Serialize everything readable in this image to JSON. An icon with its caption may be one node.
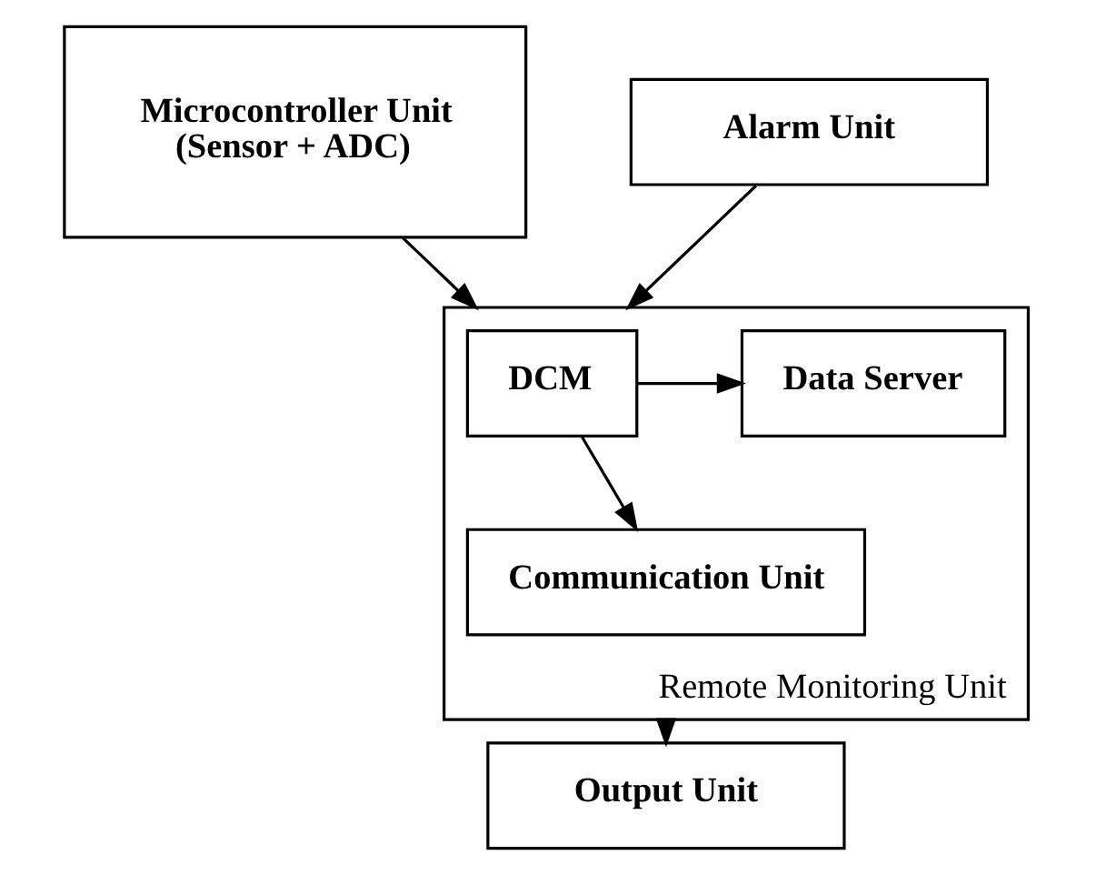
{
  "diagram": {
    "nodes": [
      {
        "text": [
          "Microcontroller Unit",
          "(Sensor + ADC)"
        ]
      },
      {
        "text": [
          "Alarm Unit"
        ]
      },
      {
        "text": [
          "Remote Monitoring Unit"
        ]
      },
      {
        "text": [
          "DCM"
        ],
        "in": 2
      },
      {
        "text": [
          "Data Server"
        ],
        "in": 2
      },
      {
        "text": [
          "Communication Unit"
        ],
        "in": 2
      },
      {
        "text": [
          "Output Unit"
        ]
      }
    ],
    "edges": [
      {
        "from": 0,
        "to": 2,
        "arrow": "to"
      },
      {
        "from": 1,
        "to": 2,
        "arrow": "to"
      },
      {
        "from": 3,
        "to": 4,
        "arrow": "to"
      },
      {
        "from": 3,
        "to": 5,
        "arrow": "to"
      },
      {
        "from": 2,
        "to": 6,
        "arrow": "to"
      }
    ]
  }
}
